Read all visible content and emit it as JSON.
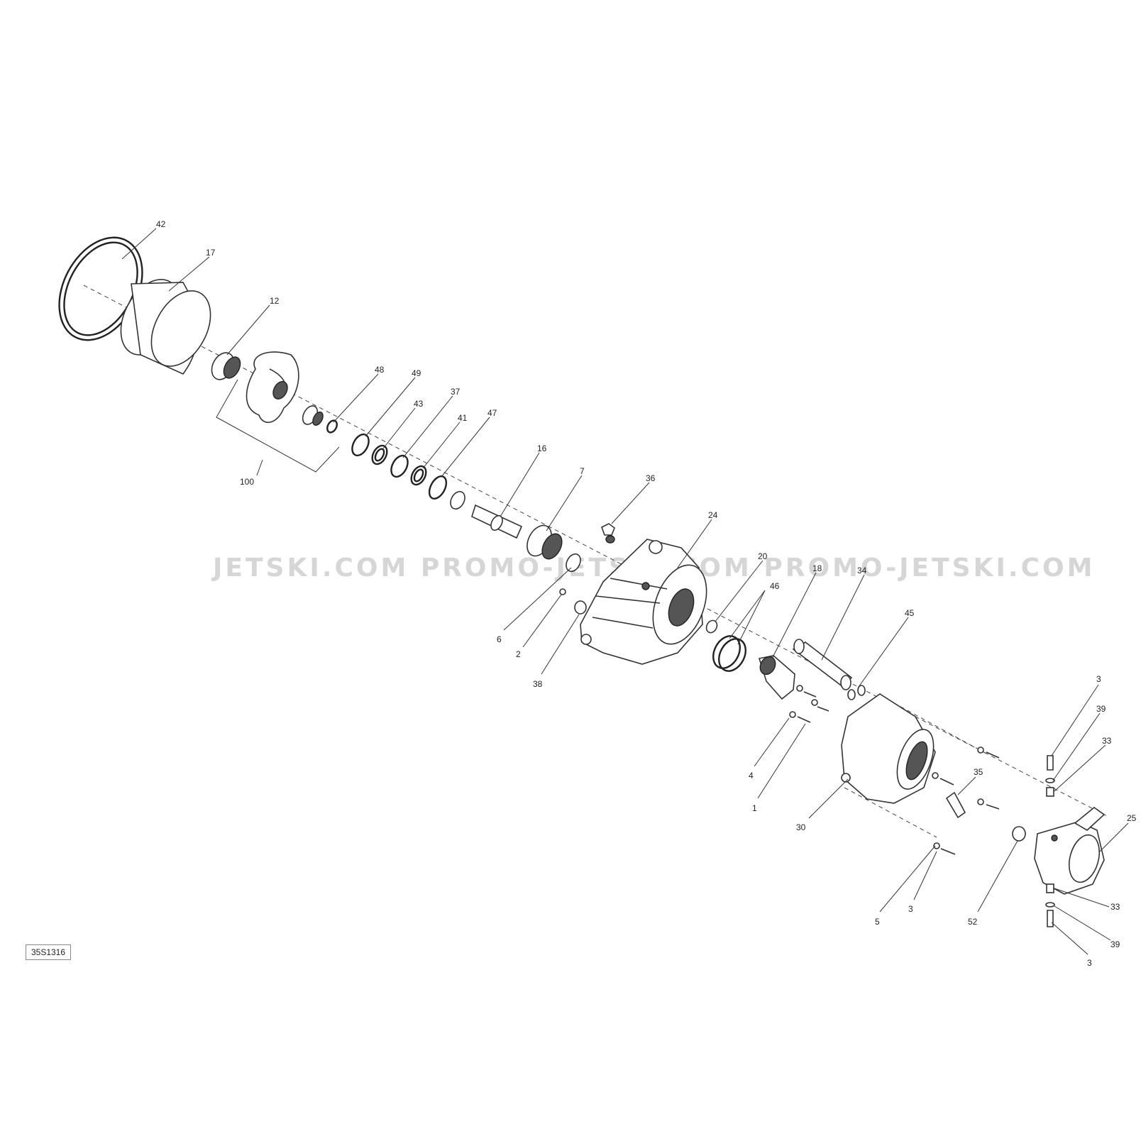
{
  "diagram": {
    "watermark": "JETSKI.COM  PROMO-JETSKI.COM  PROMO-JETSKI.COM",
    "reference_code": "35S1316",
    "callouts": [
      {
        "id": "c42",
        "label": "42"
      },
      {
        "id": "c17",
        "label": "17"
      },
      {
        "id": "c12",
        "label": "12"
      },
      {
        "id": "c100",
        "label": "100"
      },
      {
        "id": "c48",
        "label": "48"
      },
      {
        "id": "c49",
        "label": "49"
      },
      {
        "id": "c43",
        "label": "43"
      },
      {
        "id": "c37",
        "label": "37"
      },
      {
        "id": "c41",
        "label": "41"
      },
      {
        "id": "c47",
        "label": "47"
      },
      {
        "id": "c16",
        "label": "16"
      },
      {
        "id": "c7",
        "label": "7"
      },
      {
        "id": "c36",
        "label": "36"
      },
      {
        "id": "c24",
        "label": "24"
      },
      {
        "id": "c20",
        "label": "20"
      },
      {
        "id": "c46",
        "label": "46"
      },
      {
        "id": "c18",
        "label": "18"
      },
      {
        "id": "c34",
        "label": "34"
      },
      {
        "id": "c45",
        "label": "45"
      },
      {
        "id": "c6",
        "label": "6"
      },
      {
        "id": "c2",
        "label": "2"
      },
      {
        "id": "c38",
        "label": "38"
      },
      {
        "id": "c4",
        "label": "4"
      },
      {
        "id": "c1",
        "label": "1"
      },
      {
        "id": "c30",
        "label": "30"
      },
      {
        "id": "c35",
        "label": "35"
      },
      {
        "id": "c3a",
        "label": "3"
      },
      {
        "id": "c39a",
        "label": "39"
      },
      {
        "id": "c33a",
        "label": "33"
      },
      {
        "id": "c25",
        "label": "25"
      },
      {
        "id": "c3b",
        "label": "3"
      },
      {
        "id": "c5",
        "label": "5"
      },
      {
        "id": "c52",
        "label": "52"
      },
      {
        "id": "c33b",
        "label": "33"
      },
      {
        "id": "c39b",
        "label": "39"
      },
      {
        "id": "c3c",
        "label": "3"
      }
    ]
  }
}
